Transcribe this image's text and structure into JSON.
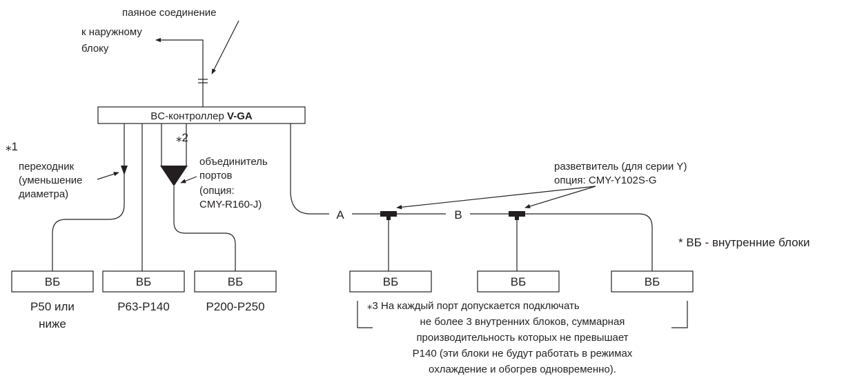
{
  "labels": {
    "brazed_joint": "паяное соединение",
    "to_outdoor_1": "к наружному",
    "to_outdoor_2": "блоку",
    "controller_prefix": "BC-контроллер ",
    "controller_model": "V-GA",
    "note1_mark": "⁎1",
    "reducer_1": "переходник",
    "reducer_2": "(уменьшение",
    "reducer_3": "диаметра)",
    "note2_mark": "⁎2",
    "joint_1": "объединитель",
    "joint_2": "портов",
    "joint_3": "(опция:",
    "joint_4": "CMY-R160-J)",
    "branch_1": "разветвитель (для серии Y)",
    "branch_2": "опция: CMY-Y102S-G",
    "port_a": "A",
    "port_b": "B",
    "legend": "* ВБ - внутренние блоки",
    "cap_p50_1": "P50 или",
    "cap_p50_2": "ниже",
    "cap_p63": "P63-P140",
    "cap_p200": "P200-P250",
    "note3_1": "⁎3  На каждый порт допускается подключать",
    "note3_2": "не более 3 внутренних блоков, суммарная",
    "note3_3": "производительность которых не превышает",
    "note3_4": "P140 (эти блоки не будут работать в режимах",
    "note3_5": "охлаждение и обогрев одновременно)."
  },
  "indoor_units": [
    "ВБ",
    "ВБ",
    "ВБ",
    "ВБ",
    "ВБ",
    "ВБ"
  ]
}
